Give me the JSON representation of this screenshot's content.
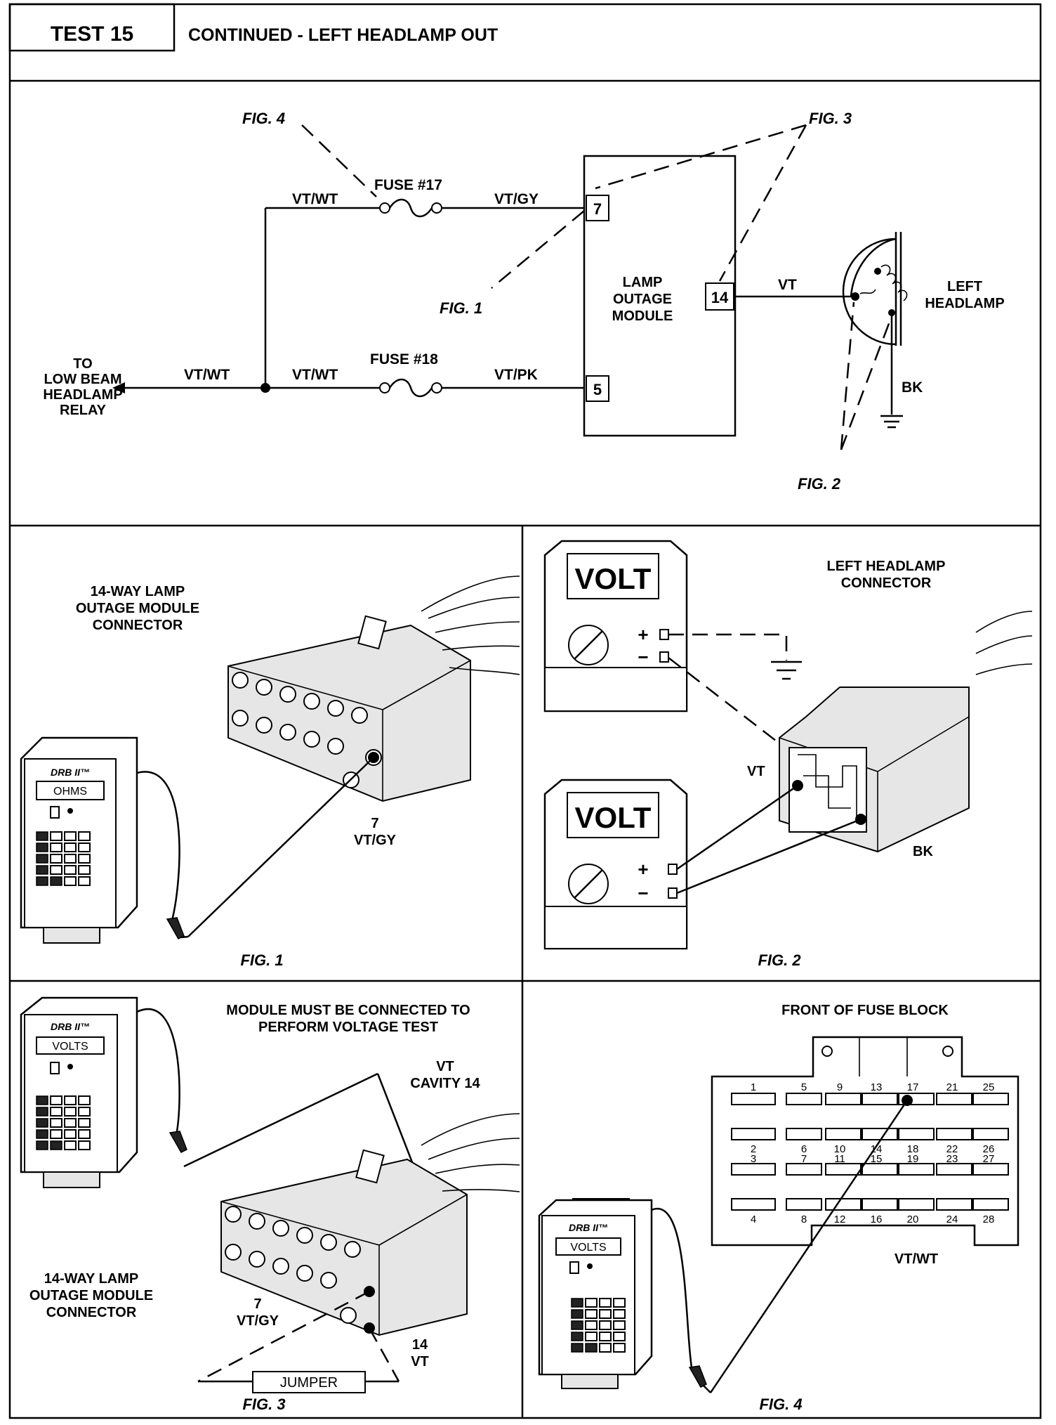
{
  "header": {
    "test_label": "TEST 15",
    "title": "CONTINUED - LEFT HEADLAMP OUT"
  },
  "schematic": {
    "fig4_label": "FIG. 4",
    "fig3_label": "FIG. 3",
    "fig1_label": "FIG. 1",
    "fig2_label": "FIG. 2",
    "fuse17": "FUSE #17",
    "fuse18": "FUSE #18",
    "wire_vtwt_top": "VT/WT",
    "wire_vtgy": "VT/GY",
    "wire_vtwt_left": "VT/WT",
    "wire_vtwt_mid": "VT/WT",
    "wire_vtpk": "VT/PK",
    "wire_vt": "VT",
    "wire_bk": "BK",
    "pin7": "7",
    "pin14": "14",
    "pin5": "5",
    "module_line1": "LAMP",
    "module_line2": "OUTAGE",
    "module_line3": "MODULE",
    "headlamp_line1": "LEFT",
    "headlamp_line2": "HEADLAMP",
    "relay_line1": "TO",
    "relay_line2": "LOW BEAM",
    "relay_line3": "HEADLAMP",
    "relay_line4": "RELAY"
  },
  "fig1": {
    "title_line1": "14-WAY LAMP",
    "title_line2": "OUTAGE MODULE",
    "title_line3": "CONNECTOR",
    "tester_brand": "DRB II™",
    "tester_display": "OHMS",
    "pin_label": "7",
    "wire_label": "VT/GY",
    "caption": "FIG. 1"
  },
  "fig2": {
    "title_line1": "LEFT HEADLAMP",
    "title_line2": "CONNECTOR",
    "meter1_display": "VOLT",
    "meter2_display": "VOLT",
    "plus": "+",
    "minus": "−",
    "wire_vt": "VT",
    "wire_bk": "BK",
    "caption": "FIG. 2"
  },
  "fig3": {
    "note_line1": "MODULE MUST BE CONNECTED TO",
    "note_line2": "PERFORM VOLTAGE TEST",
    "cavity_line1": "VT",
    "cavity_line2": "CAVITY 14",
    "tester_brand": "DRB II™",
    "tester_display": "VOLTS",
    "title_line1": "14-WAY LAMP",
    "title_line2": "OUTAGE MODULE",
    "title_line3": "CONNECTOR",
    "pin7": "7",
    "pin7_wire": "VT/GY",
    "pin14": "14",
    "pin14_wire": "VT",
    "jumper": "JUMPER",
    "caption": "FIG. 3"
  },
  "fig4": {
    "title": "FRONT OF FUSE BLOCK",
    "tester_brand": "DRB II™",
    "tester_display": "VOLTS",
    "wire_label": "VT/WT",
    "caption": "FIG. 4",
    "fuse_rows": [
      [
        "1",
        "5",
        "9",
        "13",
        "17",
        "21",
        "25"
      ],
      [
        "2",
        "6",
        "10",
        "14",
        "18",
        "22",
        "26"
      ],
      [
        "3",
        "7",
        "11",
        "15",
        "19",
        "23",
        "27"
      ],
      [
        "4",
        "8",
        "12",
        "16",
        "20",
        "24",
        "28"
      ]
    ]
  }
}
